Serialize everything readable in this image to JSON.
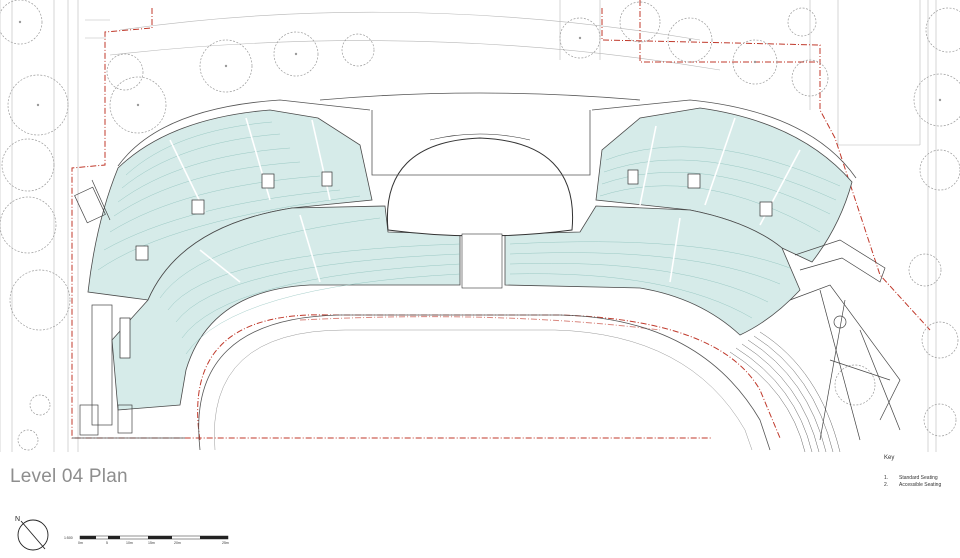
{
  "title": "Level 04 Plan",
  "key": {
    "heading": "Key",
    "items": [
      {
        "num": "1.",
        "label": "Standard Seating"
      },
      {
        "num": "2.",
        "label": "Accessible Seating"
      }
    ]
  },
  "north_label": "N",
  "scale": {
    "ratio": "1:500",
    "ticks": [
      "0m",
      "5",
      "10m",
      "15m",
      "20m",
      "25m"
    ]
  },
  "colors": {
    "seating": "#d6ebe9",
    "linework": "#4a4a4a",
    "boundary": "#c0392b",
    "trees": "#9a9a9a"
  },
  "icons": [
    "north-arrow-icon",
    "tree-icon"
  ]
}
